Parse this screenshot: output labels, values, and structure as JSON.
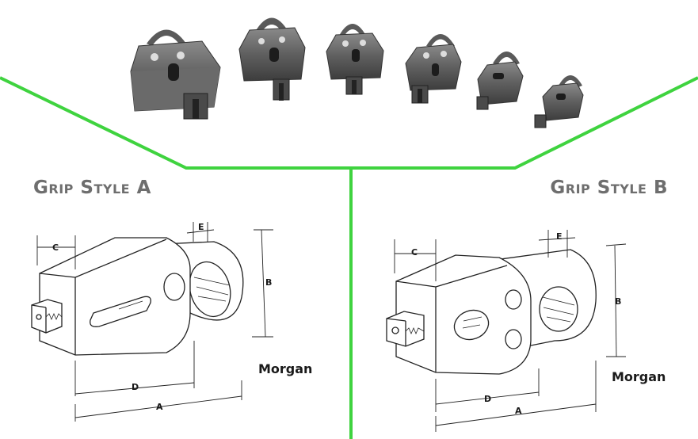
{
  "titles": {
    "grip_style_a": "Grip Style A",
    "grip_style_b": "Grip Style B"
  },
  "brand": "Morgan",
  "dimension_labels_a": [
    "A",
    "B",
    "C",
    "D",
    "E"
  ],
  "dimension_labels_b": [
    "A",
    "B",
    "C",
    "D",
    "E"
  ],
  "colors": {
    "divider": "#3fd33f",
    "title": "#6e6e6e",
    "text": "#1a1a1a"
  }
}
